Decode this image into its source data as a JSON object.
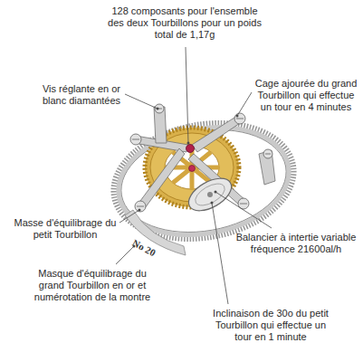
{
  "diagram": {
    "labels": [
      "128 composants pour l'ensemble des deux Tourbillons pour un poids total de 1,17g",
      "Vis réglante en or blanc diamantées",
      "Cage ajourée du grand Tourbillon qui effectue un tour en 4 minutes",
      "Masse d'équilibrage du petit Tourbillon",
      "Balancier à intertie variable fréquence 21600al/h",
      "Masque d'équilibrage du grand Tourbillon en or et numérotation de la montre",
      "Inclinaison de 30o du petit Tourbillon qui effectue un tour en 1 minute",
      "No 20"
    ]
  }
}
